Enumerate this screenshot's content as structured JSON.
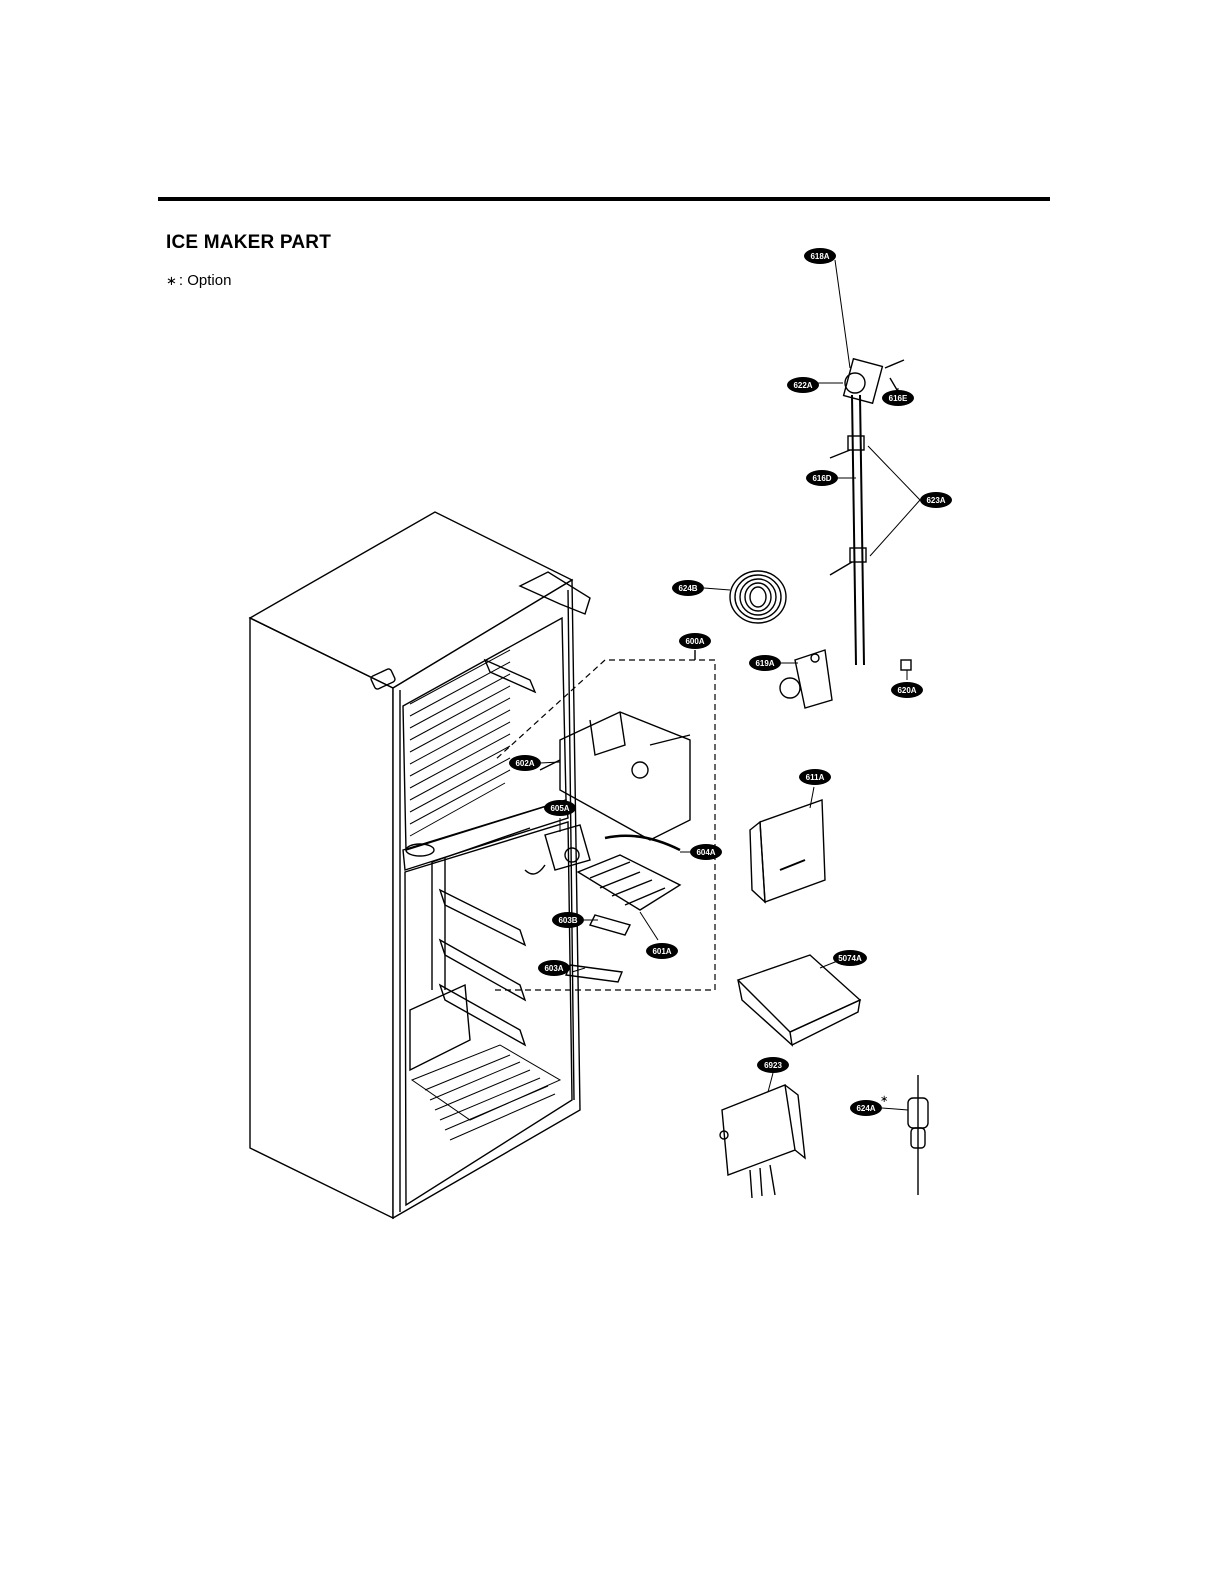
{
  "header": {
    "title": "ICE MAKER PART",
    "note_symbol": "∗",
    "note_text": ": Option"
  },
  "callouts": {
    "c618A": "618A",
    "c622A": "622A",
    "c616E": "616E",
    "c616D": "616D",
    "c623A": "623A",
    "c624B": "624B",
    "c600A": "600A",
    "c619A": "619A",
    "c620A": "620A",
    "c602A": "602A",
    "c605A": "605A",
    "c604A": "604A",
    "c611A": "611A",
    "c603B": "603B",
    "c601A": "601A",
    "c603A": "603A",
    "c5074A": "5074A",
    "c6923": "6923",
    "c624A": "624A"
  }
}
